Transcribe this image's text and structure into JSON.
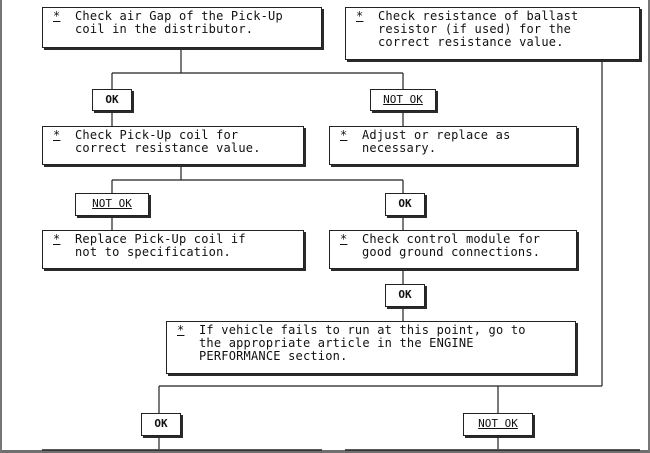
{
  "boxes": {
    "air_gap": {
      "mark": "*",
      "text": "Check air Gap of the Pick-Up\ncoil in the distributor."
    },
    "ballast": {
      "mark": "*",
      "text": "Check resistance of ballast\nresistor (if used) for the\ncorrect resistance value."
    },
    "pickup_resistance": {
      "mark": "*",
      "text": "Check Pick-Up coil for\ncorrect resistance value."
    },
    "adjust": {
      "mark": "*",
      "text": "Adjust or replace as\nnecessary."
    },
    "replace_pickup": {
      "mark": "*",
      "text": "Replace Pick-Up coil if\nnot to specification."
    },
    "control_module": {
      "mark": "*",
      "text": "Check control module for\ngood ground connections."
    },
    "engine_perf": {
      "mark": "*",
      "text": "If vehicle fails to run at this point, go to\nthe appropriate article in the ENGINE\nPERFORMANCE section."
    }
  },
  "tags": {
    "ok_1": "OK",
    "not_ok_1": "NOT OK",
    "not_ok_2": "NOT OK",
    "ok_2": "OK",
    "ok_3": "OK",
    "ok_4": "OK",
    "not_ok_3": "NOT OK"
  }
}
